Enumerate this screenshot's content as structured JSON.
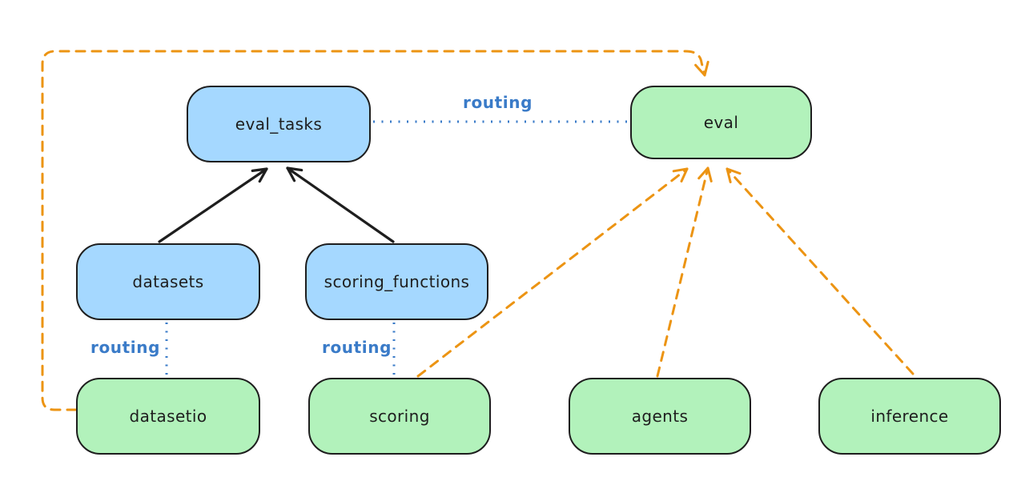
{
  "colors": {
    "background": "#ffffff",
    "blue_node_fill": "#a5d8ff",
    "green_node_fill": "#b2f2bb",
    "node_stroke": "#1e1e1e",
    "solid_arrow_black": "#1e1e1e",
    "routing_blue": "#3a7bc8",
    "provider_orange": "#ec9413"
  },
  "nodes": [
    {
      "id": "eval_tasks",
      "label": "eval_tasks",
      "kind": "blue"
    },
    {
      "id": "eval",
      "label": "eval",
      "kind": "green"
    },
    {
      "id": "datasets",
      "label": "datasets",
      "kind": "blue"
    },
    {
      "id": "scoring_functions",
      "label": "scoring_functions",
      "kind": "blue"
    },
    {
      "id": "datasetio",
      "label": "datasetio",
      "kind": "green"
    },
    {
      "id": "scoring",
      "label": "scoring",
      "kind": "green"
    },
    {
      "id": "agents",
      "label": "agents",
      "kind": "green"
    },
    {
      "id": "inference",
      "label": "inference",
      "kind": "green"
    }
  ],
  "edges": [
    {
      "from": "datasets",
      "to": "eval_tasks",
      "style": "solid-black-arrow",
      "label": ""
    },
    {
      "from": "scoring_functions",
      "to": "eval_tasks",
      "style": "solid-black-arrow",
      "label": ""
    },
    {
      "from": "eval_tasks",
      "to": "eval",
      "style": "dotted-blue",
      "label": "routing"
    },
    {
      "from": "datasets",
      "to": "datasetio",
      "style": "dotted-blue",
      "label": "routing"
    },
    {
      "from": "scoring_functions",
      "to": "scoring",
      "style": "dotted-blue",
      "label": "routing"
    },
    {
      "from": "datasetio",
      "to": "eval",
      "style": "dashed-orange-arrow",
      "label": ""
    },
    {
      "from": "scoring",
      "to": "eval",
      "style": "dashed-orange-arrow",
      "label": ""
    },
    {
      "from": "agents",
      "to": "eval",
      "style": "dashed-orange-arrow",
      "label": ""
    },
    {
      "from": "inference",
      "to": "eval",
      "style": "dashed-orange-arrow",
      "label": ""
    }
  ],
  "edge_labels": {
    "routing_top": "routing",
    "routing_datasets": "routing",
    "routing_scoring": "routing"
  }
}
